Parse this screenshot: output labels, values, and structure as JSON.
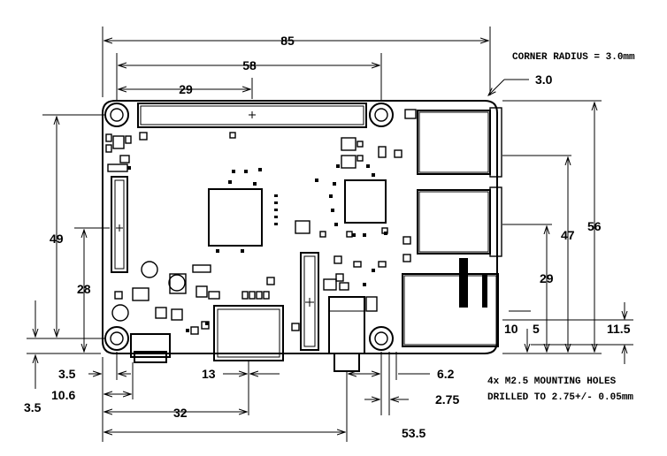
{
  "notes": {
    "corner_radius": "CORNER RADIUS = 3.0mm",
    "holes_line1": "4x M2.5 MOUNTING HOLES",
    "holes_line2": "DRILLED TO 2.75+/- 0.05mm"
  },
  "dimensions": {
    "width_85": "85",
    "holes_58": "58",
    "header_29": "29",
    "radius_3": "3.0",
    "height_56": "56",
    "eth_47": "47",
    "usb_29": "29",
    "usb_11_5": "11.5",
    "small_10": "10",
    "small_5": "5",
    "holes_49": "49",
    "side_28": "28",
    "left_3_5_top": "3.5",
    "left_10_6": "10.6",
    "left_3_5_bottom": "3.5",
    "hdmi_32": "32",
    "bottom_13": "13",
    "audio_53_5": "53.5",
    "audio_6_2": "6.2",
    "audio_2_75": "2.75"
  }
}
